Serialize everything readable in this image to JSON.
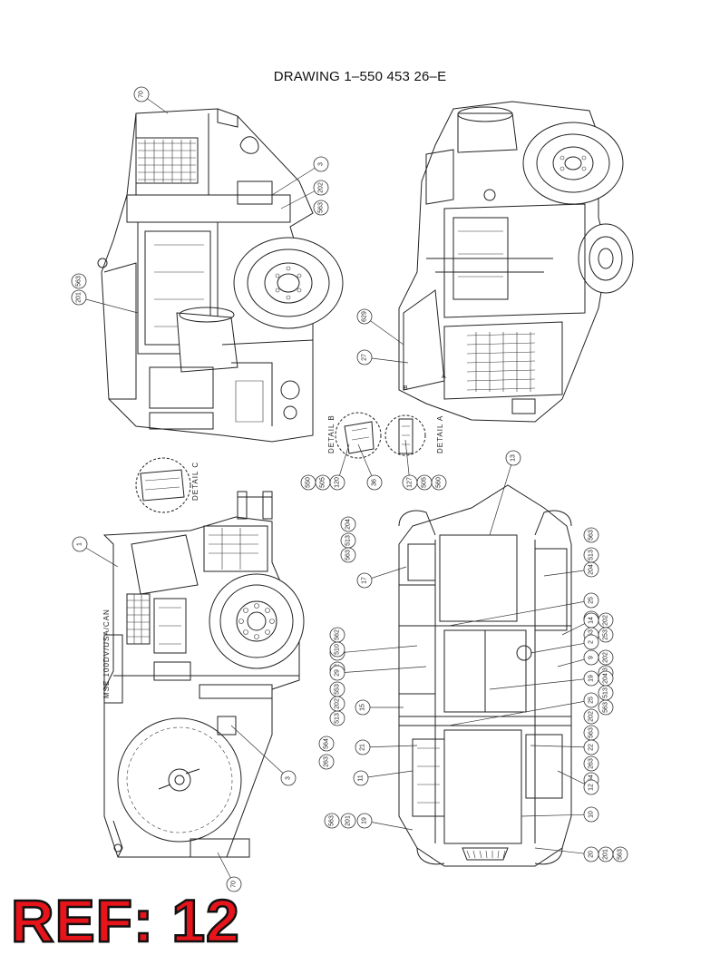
{
  "title": "DRAWING 1–550 453 26–E",
  "ref_label": "REF: 12",
  "details": {
    "b": "DETAIL B",
    "a": "DETAIL A",
    "c": "DETAIL C"
  },
  "side_label": "MSE 100DV/USA/CAN",
  "callouts": [
    {
      "id": "c70a",
      "text": "70"
    },
    {
      "id": "c3a",
      "text": "3"
    },
    {
      "id": "c202a",
      "text": "202"
    },
    {
      "id": "c563a",
      "text": "563"
    },
    {
      "id": "c201a",
      "text": "201"
    },
    {
      "id": "c563b",
      "text": "563"
    },
    {
      "id": "c629",
      "text": "629"
    },
    {
      "id": "c27",
      "text": "27"
    },
    {
      "id": "c550",
      "text": "550"
    },
    {
      "id": "c505a",
      "text": "505"
    },
    {
      "id": "c120",
      "text": "120"
    },
    {
      "id": "c36",
      "text": "36"
    },
    {
      "id": "c127",
      "text": "127"
    },
    {
      "id": "c505b",
      "text": "505"
    },
    {
      "id": "c560",
      "text": "560"
    },
    {
      "id": "c13",
      "text": "13"
    },
    {
      "id": "c1",
      "text": "1"
    },
    {
      "id": "c204a",
      "text": "204"
    },
    {
      "id": "c513a",
      "text": "513"
    },
    {
      "id": "c563c",
      "text": "563"
    },
    {
      "id": "c17",
      "text": "17"
    },
    {
      "id": "c204b",
      "text": "204"
    },
    {
      "id": "c513b",
      "text": "513"
    },
    {
      "id": "c563d",
      "text": "563"
    },
    {
      "id": "c25a",
      "text": "25"
    },
    {
      "id": "c202b",
      "text": "202"
    },
    {
      "id": "c563e",
      "text": "563"
    },
    {
      "id": "c14",
      "text": "14"
    },
    {
      "id": "c202c",
      "text": "202"
    },
    {
      "id": "c253",
      "text": "253"
    },
    {
      "id": "c2",
      "text": "2"
    },
    {
      "id": "c18",
      "text": "18"
    },
    {
      "id": "c562",
      "text": "562"
    },
    {
      "id": "c510",
      "text": "510"
    },
    {
      "id": "c172",
      "text": "172"
    },
    {
      "id": "c29",
      "text": "29"
    },
    {
      "id": "c9",
      "text": "9"
    },
    {
      "id": "c202d",
      "text": "202"
    },
    {
      "id": "c253b",
      "text": "253"
    },
    {
      "id": "c553",
      "text": "553"
    },
    {
      "id": "c202e",
      "text": "202"
    },
    {
      "id": "c19",
      "text": "19"
    },
    {
      "id": "c204c",
      "text": "204"
    },
    {
      "id": "c513c",
      "text": "513"
    },
    {
      "id": "c563f",
      "text": "563"
    },
    {
      "id": "c513d",
      "text": "513"
    },
    {
      "id": "c15",
      "text": "15"
    },
    {
      "id": "c25b",
      "text": "25"
    },
    {
      "id": "c202f",
      "text": "202"
    },
    {
      "id": "c563g",
      "text": "563"
    },
    {
      "id": "c564a",
      "text": "564"
    },
    {
      "id": "c263a",
      "text": "263"
    },
    {
      "id": "c21",
      "text": "21"
    },
    {
      "id": "c22",
      "text": "22"
    },
    {
      "id": "c263b",
      "text": "263"
    },
    {
      "id": "c564b",
      "text": "564"
    },
    {
      "id": "c11",
      "text": "11"
    },
    {
      "id": "c3b",
      "text": "3"
    },
    {
      "id": "c12",
      "text": "12"
    },
    {
      "id": "c563h",
      "text": "563"
    },
    {
      "id": "c201b",
      "text": "201"
    },
    {
      "id": "c19b",
      "text": "19"
    },
    {
      "id": "c10",
      "text": "10"
    },
    {
      "id": "c20",
      "text": "20"
    },
    {
      "id": "c201c",
      "text": "201"
    },
    {
      "id": "c563i",
      "text": "563"
    },
    {
      "id": "c70b",
      "text": "70"
    }
  ]
}
